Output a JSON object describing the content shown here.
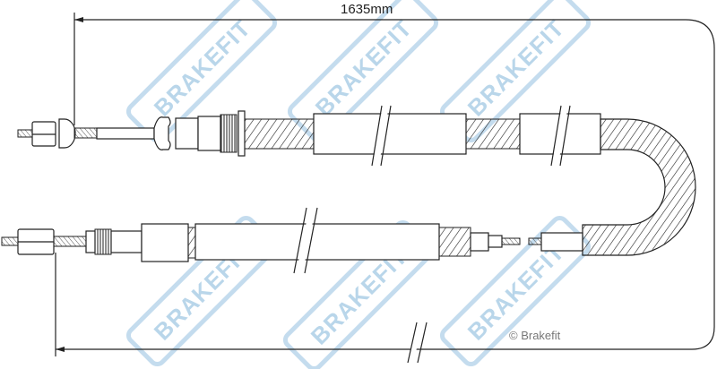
{
  "dimension": {
    "length_label": "1635mm"
  },
  "copyright": "© Brakefit",
  "watermark": {
    "text": "BRAKEFIT",
    "color": "#b9d6ea"
  },
  "line_color": "#222222"
}
